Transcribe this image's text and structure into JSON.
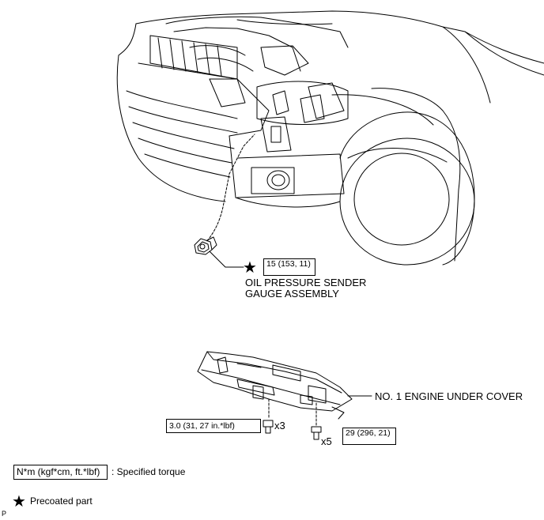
{
  "oil_sender": {
    "torque": "15 (153, 11)",
    "name_line1": "OIL PRESSURE SENDER",
    "name_line2": "GAUGE ASSEMBLY"
  },
  "under_cover": {
    "name": "NO. 1 ENGINE UNDER COVER",
    "small_bolt_torque": "3.0 (31, 27 in.*lbf)",
    "small_bolt_qty": "x3",
    "large_bolt_torque": "29 (296, 21)",
    "large_bolt_qty": "x5"
  },
  "legend": {
    "torque_unit": "N*m (kgf*cm, ft.*lbf)",
    "torque_desc": ": Specified torque",
    "precoat_desc": "Precoated part"
  },
  "corner_mark": "P",
  "icons": [
    "star-icon"
  ]
}
